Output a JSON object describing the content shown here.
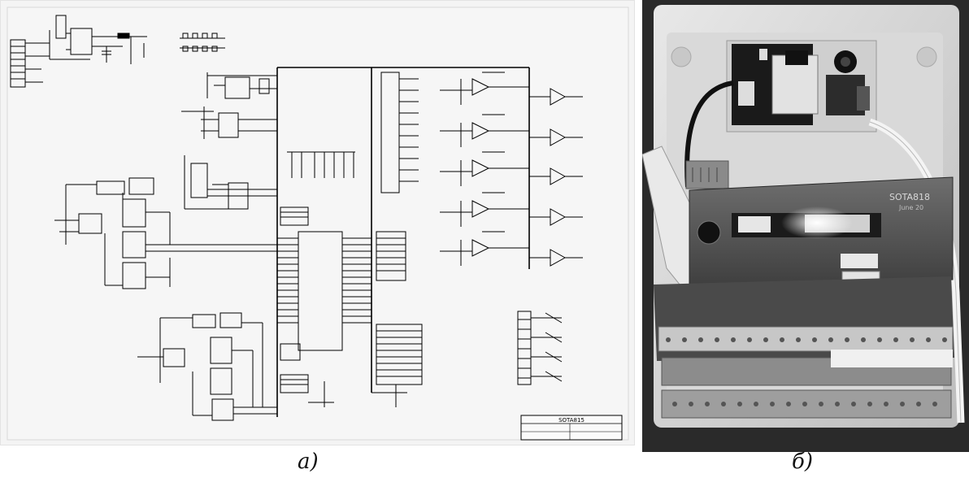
{
  "figure": {
    "caption_a": "а)",
    "caption_b": "б)"
  },
  "schematic": {
    "title_block_text": "SOTA815"
  },
  "photo": {
    "board_label": "SOTA818",
    "board_date": "June 20"
  },
  "colors": {
    "schematic_bg": "#f4f4f4",
    "wire": "#000000",
    "photo_bg": "#1c1c1c",
    "pcb": "#5a5a5a",
    "terminal": "#8c8c8c"
  }
}
